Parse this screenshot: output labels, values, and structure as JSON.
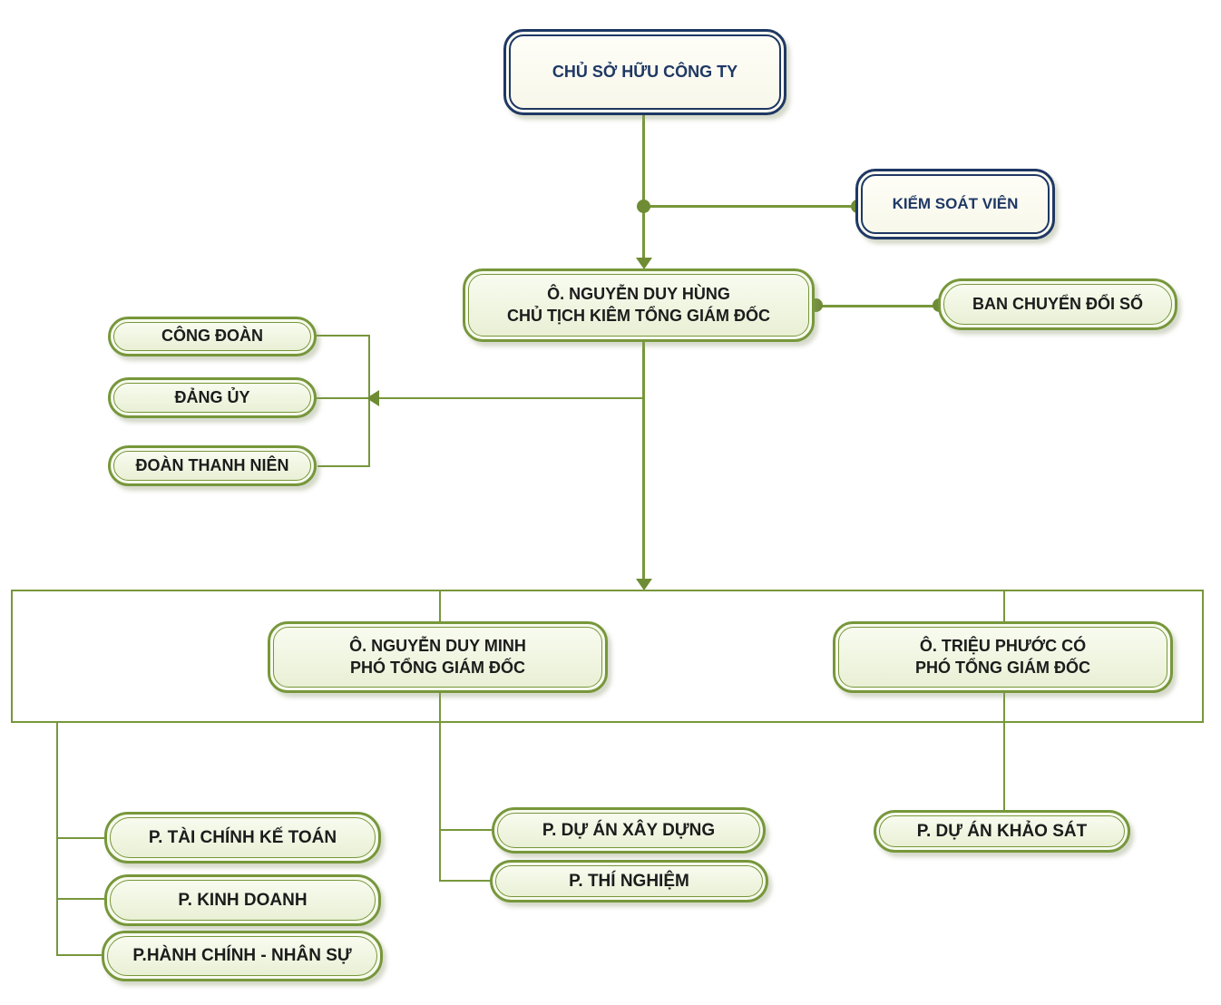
{
  "colors": {
    "navy_border": "#1F3864",
    "navy_fill": "#FBFBF2",
    "green_border": "#77973B",
    "green_fill": "#ECF2DB",
    "connector": "#77973B",
    "text_dark": "#1C1C1C",
    "background": "#FFFFFF"
  },
  "nodes": {
    "owner": {
      "label": "CHỦ SỞ HỮU CÔNG TY"
    },
    "controller": {
      "label": "KIỂM SOÁT VIÊN"
    },
    "chairman": {
      "line1": "Ô. NGUYỄN DUY HÙNG",
      "line2": "CHỦ TỊCH KIÊM TỔNG GIÁM ĐỐC"
    },
    "digital_board": {
      "label": "BAN CHUYỂN ĐỔI SỐ"
    },
    "union": {
      "label": "CÔNG ĐOÀN"
    },
    "party": {
      "label": "ĐẢNG ỦY"
    },
    "youth": {
      "label": "ĐOÀN THANH NIÊN"
    },
    "deputy_minh": {
      "line1": "Ô. NGUYỄN DUY MINH",
      "line2": "PHÓ TỔNG GIÁM ĐỐC"
    },
    "deputy_co": {
      "line1": "Ô. TRIỆU PHƯỚC CÓ",
      "line2": "PHÓ TỔNG GIÁM ĐỐC"
    },
    "finance": {
      "label": "P. TÀI CHÍNH KẾ TOÁN"
    },
    "business": {
      "label": "P. KINH DOANH"
    },
    "admin_hr": {
      "label": "P.HÀNH CHÍNH - NHÂN SỰ"
    },
    "construction": {
      "label": "P.  DỰ ÁN XÂY DỰNG"
    },
    "laboratory": {
      "label": "P. THÍ NGHIỆM"
    },
    "survey": {
      "label": "P.  DỰ ÁN KHẢO SÁT"
    }
  }
}
